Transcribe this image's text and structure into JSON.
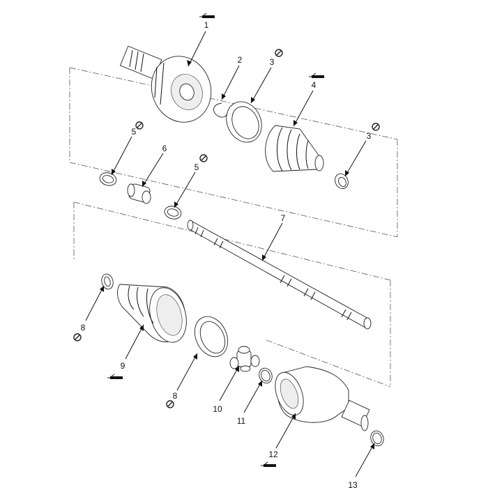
{
  "labels": {
    "l1": "1",
    "l2": "2",
    "l3a": "3",
    "l3b": "3",
    "l4": "4",
    "l5a": "5",
    "l5b": "5",
    "l6": "6",
    "l7": "7",
    "l8a": "8",
    "l8b": "8",
    "l9": "9",
    "l10": "10",
    "l11": "11",
    "l12": "12",
    "l13": "13"
  },
  "icons": {
    "replace_symbol": "no-reuse-icon",
    "grease_symbol": "grease-tube-icon"
  },
  "colors": {
    "line": "#111111",
    "background": "#ffffff"
  }
}
